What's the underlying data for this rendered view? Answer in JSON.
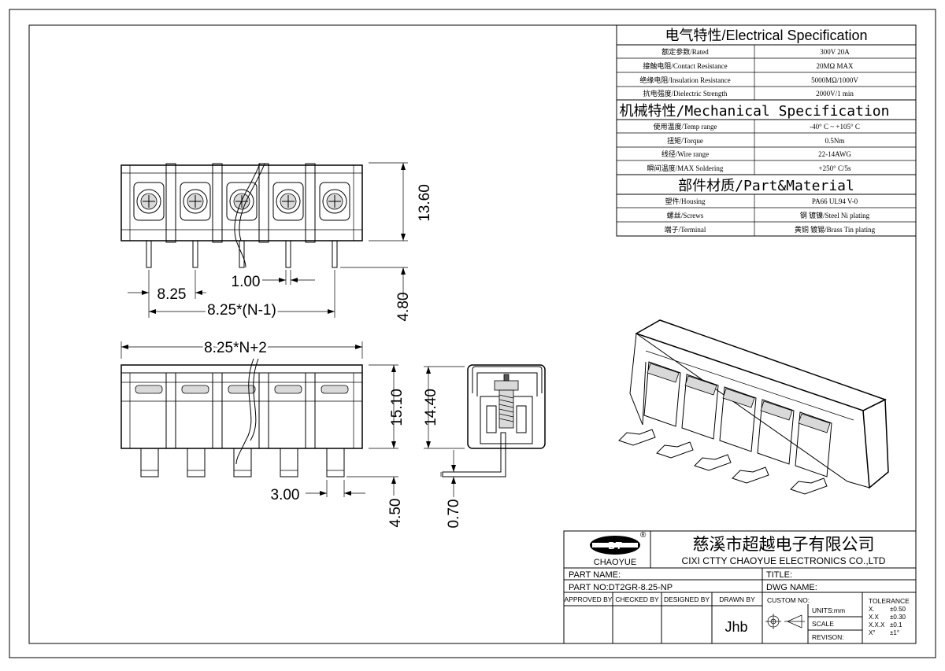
{
  "electrical": {
    "heading": "电气特性/Electrical Specification",
    "rows": [
      {
        "label": "额定参数/Rated",
        "value": "300V 20A"
      },
      {
        "label": "接触电阻/Contact Resistance",
        "value": "20MΩ MAX"
      },
      {
        "label": "绝缘电阻/Insulation Resistance",
        "value": "5000MΩ/1000V"
      },
      {
        "label": "抗电强度/Dielectric Strength",
        "value": "2000V/1 min"
      }
    ]
  },
  "mechanical": {
    "heading": "机械特性/Mechanical Specification",
    "rows": [
      {
        "label": "使用温度/Temp range",
        "value": "-40° C ~ +105° C"
      },
      {
        "label": "扭矩/Torque",
        "value": "0.5Nm"
      },
      {
        "label": "线径/Wire range",
        "value": "22-14AWG"
      },
      {
        "label": "瞬间温度/MAX Soldering",
        "value": "+250° C/5s"
      }
    ]
  },
  "material": {
    "heading": "部件材质/Part&Material",
    "rows": [
      {
        "label": "塑件/Housing",
        "value": "PA66 UL94 V-0"
      },
      {
        "label": "螺丝/Screws",
        "value": "钢 镀镍/Steel Ni plating"
      },
      {
        "label": "端子/Terminal",
        "value": "黄铜 镀锡/Brass Tin  plating"
      }
    ]
  },
  "dimensions": {
    "pitch": "8.25",
    "pin_gap": "1.00",
    "pitch_total": "8.25*(N-1)",
    "front_height": "13.60",
    "pin_length": "4.80",
    "overall_width": "8.25*N+2",
    "body_height": "15.10",
    "side_height": "14.40",
    "pin_width": "3.00",
    "pin_length_bottom": "4.50",
    "pin_thickness": "0.70"
  },
  "title_block": {
    "logo_mark": "CHAOYUE",
    "registered": "®",
    "company_cn": "慈溪市超越电子有限公司",
    "company_en": "CIXI CTTY CHAOYUE ELECTRONICS CO.,LTD",
    "part_name_label": "PART NAME:",
    "title_label": "TITLE:",
    "part_no": "PART NO:DT2GR-8.25-NP",
    "dwg_name_label": "DWG NAME:",
    "approved_by": "APPROVED BY",
    "checked_by": "CHECKED BY",
    "designed_by": "DESIGNED BY",
    "drawn_by": "DRAWN BY",
    "custom_no": "CUSTOM NO:",
    "drawn_by_value": "Jhb",
    "units": "UNITS:mm",
    "scale": "SCALE",
    "revision": "REVISON:",
    "tolerance": {
      "label": "TOLERANCE",
      "rows": [
        {
          "k": "X.",
          "v": "±0.50"
        },
        {
          "k": "X.X",
          "v": "±0.30"
        },
        {
          "k": "X.X.X",
          "v": "±0.1"
        },
        {
          "k": "X°",
          "v": "±1°"
        }
      ]
    }
  }
}
